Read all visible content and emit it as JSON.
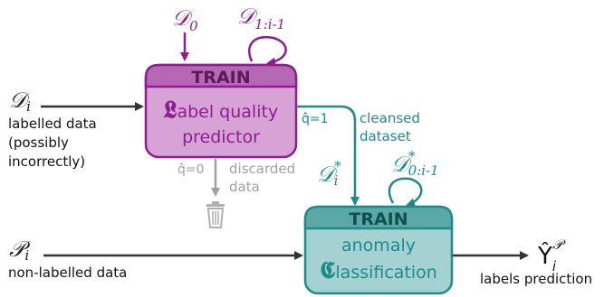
{
  "colors": {
    "purple": "#8e1d8e",
    "purple_header": "#b667b6",
    "purple_body": "#d7a3d7",
    "teal": "#1f8a8a",
    "teal_header": "#5aa8a8",
    "teal_body": "#a4d2d2",
    "gray": "#a0a0a0",
    "dark": "#333333"
  },
  "icons": {
    "trash": "trash-icon"
  },
  "top_box": {
    "header": "TRAIN",
    "big_letter": "𝕷",
    "line1_rest": "abel quality",
    "line2": "predictor",
    "input_d0": "𝒟",
    "input_d0_sub": "0",
    "input_dloop": "𝒟",
    "input_dloop_sub": "1:i-1"
  },
  "bottom_box": {
    "header": "TRAIN",
    "line1": "anomaly",
    "big_letter": "𝕮",
    "line2_rest": "lassification",
    "loop_symbol": "𝒟",
    "loop_sup": "*",
    "loop_sub": "0:i-1"
  },
  "inputs": {
    "d_symbol": "𝒟",
    "d_sub": "i",
    "d_label_line1": "labelled data",
    "d_label_line2": "(possibly",
    "d_label_line3": "incorrectly)",
    "p_symbol": "𝒫",
    "p_sub": "i",
    "p_label": "non-labelled data"
  },
  "flows": {
    "q1_label": "q̂=1",
    "cleansed_line1": "cleansed",
    "cleansed_line2": "dataset",
    "q0_label": "q̂=0",
    "discarded_line1": "discarded",
    "discarded_line2": "data",
    "di_star_symbol": "𝒟",
    "di_star_sup": "*",
    "di_star_sub": "i"
  },
  "output": {
    "y_symbol": "Ŷ",
    "y_sub": "i",
    "y_sup": "𝒫",
    "label": "labels prediction"
  }
}
